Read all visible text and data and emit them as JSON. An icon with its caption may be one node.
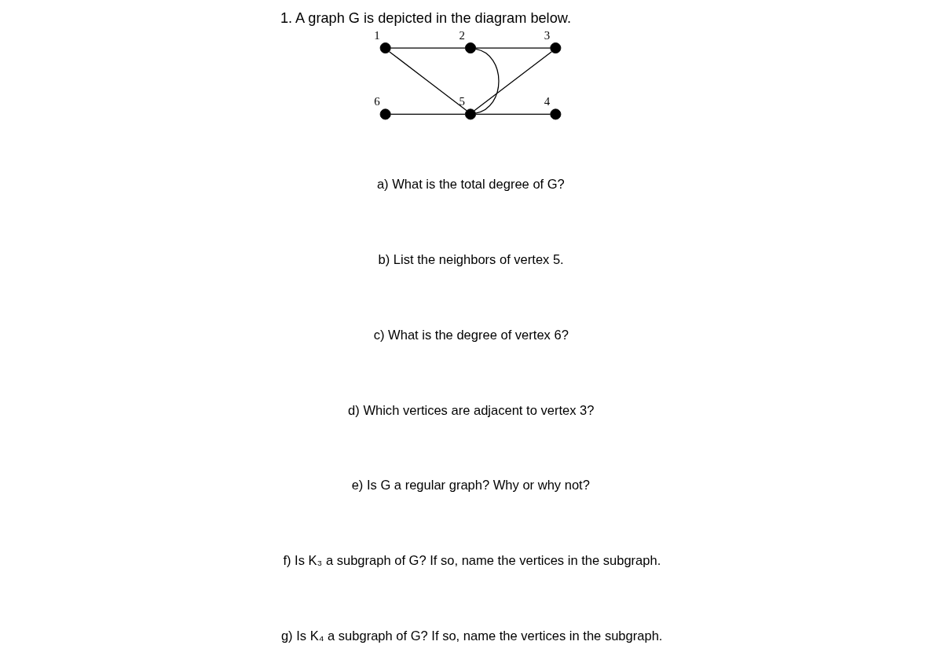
{
  "diagram": {
    "title": "1. A graph G is depicted in the diagram below.",
    "nodes": [
      {
        "text": [],
        "shape": "circle",
        "beside": [
          "1"
        ]
      },
      {
        "text": [],
        "shape": "circle",
        "beside": [
          "2"
        ]
      },
      {
        "text": [],
        "shape": "circle",
        "beside": [
          "3"
        ]
      },
      {
        "text": [],
        "shape": "circle",
        "beside": [
          "6"
        ]
      },
      {
        "text": [],
        "shape": "circle",
        "beside": [
          "5"
        ]
      },
      {
        "text": [],
        "shape": "circle",
        "beside": [
          "4"
        ]
      }
    ],
    "edges": [
      {
        "from": 0,
        "to": 1,
        "arrow": "none"
      },
      {
        "from": 1,
        "to": 2,
        "arrow": "none"
      },
      {
        "from": 0,
        "to": 4,
        "arrow": "none"
      },
      {
        "from": 1,
        "to": 4,
        "arrow": "none"
      },
      {
        "from": 2,
        "to": 4,
        "arrow": "none"
      },
      {
        "from": 3,
        "to": 4,
        "arrow": "none"
      },
      {
        "from": 4,
        "to": 5,
        "arrow": "none"
      }
    ],
    "labels": [
      "a) What is the total degree of G?",
      "b) List the neighbors of vertex 5.",
      "c) What is the degree of vertex 6?",
      "d) Which vertices are adjacent to vertex 3?",
      "e) Is G a regular graph? Why or why not?",
      "f) Is K₃ a subgraph of G? If so, name the vertices in the subgraph.",
      "g) Is K₄ a subgraph of G? If so, name the vertices in the subgraph."
    ]
  }
}
